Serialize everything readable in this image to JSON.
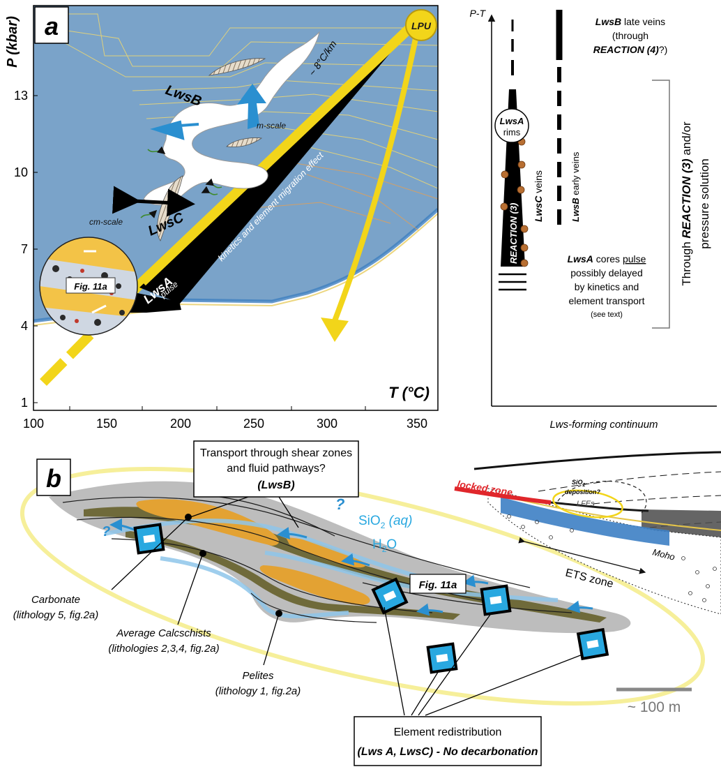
{
  "panel_a": {
    "label": "a",
    "y_axis_label": "P (kbar)",
    "x_axis_label": "T (°C)",
    "x_ticks": [
      "100",
      "150",
      "200",
      "250",
      "300",
      "350"
    ],
    "y_ticks": [
      "1",
      "4",
      "7",
      "10",
      "13"
    ],
    "lpu": "LPU",
    "gradient": "~ 8°C/km",
    "kinetics": "kinetics and element migration effect",
    "lwsb": "LwsB",
    "lwsc": "LwsC",
    "lwsa": "LwsA",
    "pulse": "pulse",
    "m_scale": "m-scale",
    "cm_scale": "cm-scale",
    "fig_ref": "Fig. 11a"
  },
  "panel_pt": {
    "axis_label": "P-T",
    "x_label": "Lws-forming continuum",
    "lwsb_late_1": "LwsB",
    "lwsb_late_2": " late veins",
    "lwsb_late_3": "(through",
    "lwsb_late_4": "REACTION (4)",
    "lwsb_late_5": "?)",
    "lwsa_rims_1": "LwsA",
    "lwsa_rims_2": "rims",
    "lwsc_veins_1": "LwsC",
    "lwsc_veins_2": " veins",
    "lwsb_early_1": "LwsB",
    "lwsb_early_2": " early veins",
    "reaction3": "REACTION (3)",
    "lwsa_cores_1": "LwsA",
    "lwsa_cores_2": " cores ",
    "lwsa_cores_3": "pulse",
    "lwsa_cores_4": "possibly delayed",
    "lwsa_cores_5": "by kinetics and",
    "lwsa_cores_6": "element transport",
    "lwsa_cores_7": "(see text)",
    "through_1": "Through ",
    "through_2": "REACTION (3)",
    "through_3": " and/or",
    "through_4": "pressure solution"
  },
  "panel_b": {
    "label": "b",
    "transport_1": "Transport through shear zones",
    "transport_2": "and fluid pathways?",
    "transport_3": "(LwsB)",
    "sio2": "SiO",
    "sio2_sub": "2",
    "sio2_aq": " (aq)",
    "h2o": "H",
    "h2o_sub": "2",
    "h2o_o": "O",
    "q1": "?",
    "q2": "?",
    "fig_ref": "Fig. 11a",
    "carbonate_1": "Carbonate",
    "carbonate_2": "(lithology 5, fig.2a)",
    "calcschists_1": "Average Calcschists",
    "calcschists_2": "(lithologies 2,3,4, fig.2a)",
    "pelites_1": "Pelites",
    "pelites_2": "(lithology 1, fig.2a)",
    "element_1": "Element redistribution",
    "element_2": "(Lws A, LwsC) - No decarbonation",
    "scale": "~ 100 m",
    "locked_zone": "locked zone",
    "sio2_dep_1": "SiO",
    "sio2_dep_sub": "2",
    "sio2_dep_2": "deposition?",
    "lfes": "LFEs",
    "ets_zone": "ETS zone",
    "moho": "Moho"
  },
  "colors": {
    "field_blue": "#7aa3c9",
    "path_yellow": "#f2d51a",
    "ochre": "#e3a233",
    "olive": "#6f6a3a",
    "cyan": "#29a8e0",
    "grey": "#bdbdbd",
    "red": "#e0262b"
  }
}
